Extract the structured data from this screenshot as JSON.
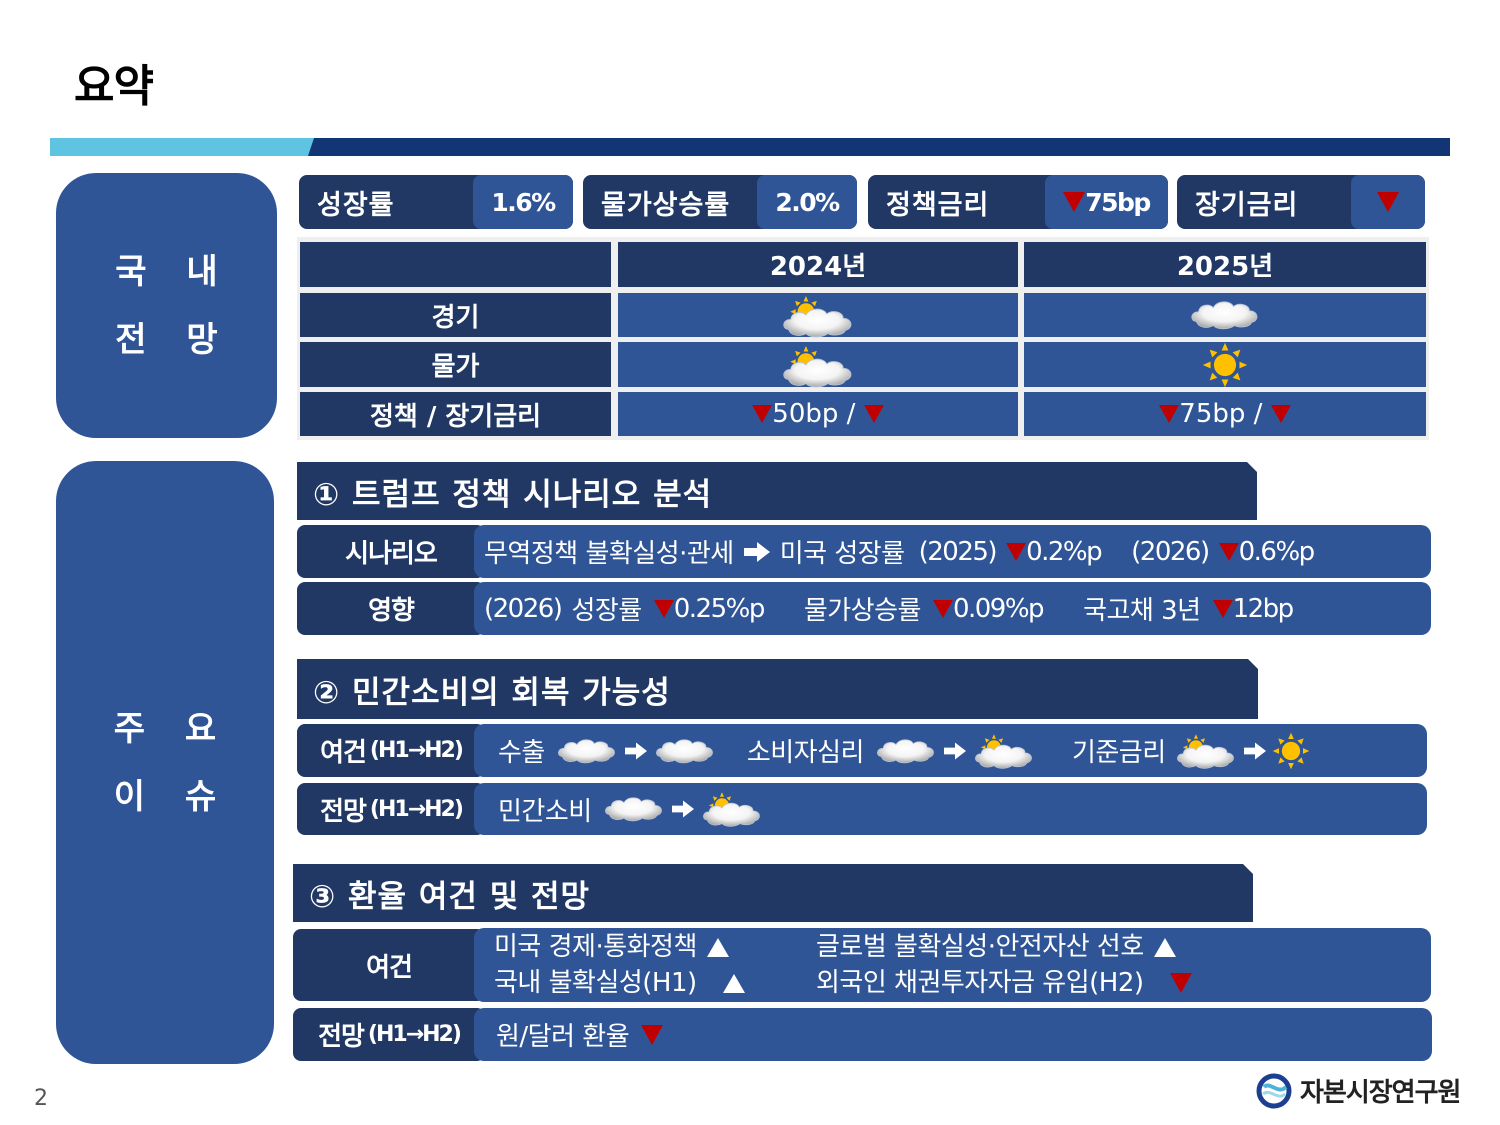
{
  "page": {
    "title": "요약",
    "page_number": "2",
    "logo_text": "자본시장연구원"
  },
  "colors": {
    "dark_navy": "#213865",
    "mid_blue": "#2f5596",
    "light_blue_accent": "#5fc3e2",
    "rule_navy": "#123575",
    "down_red": "#c00000",
    "sun_yellow": "#ffc000"
  },
  "domestic_outlook": {
    "side_label_line1": "국 내",
    "side_label_line2": "전 망",
    "kpis": [
      {
        "label": "성장률",
        "value": "1.6%",
        "trend": null
      },
      {
        "label": "물가상승률",
        "value": "2.0%",
        "trend": null
      },
      {
        "label": "정책금리",
        "value": "75bp",
        "trend": "down"
      },
      {
        "label": "장기금리",
        "value": "",
        "trend": "down"
      }
    ],
    "table": {
      "columns": [
        "",
        "2024년",
        "2025년"
      ],
      "rows": [
        {
          "label": "경기",
          "y2024": "sun-behind-cloud-icon",
          "y2025": "cloud-icon"
        },
        {
          "label": "물가",
          "y2024": "sun-behind-cloud-icon",
          "y2025": "sun-icon"
        },
        {
          "label": "정책 / 장기금리",
          "y2024_value": "50bp",
          "y2024_sep": " / ",
          "y2025_value": "75bp",
          "y2025_sep": " / ",
          "trend": "down"
        }
      ]
    }
  },
  "key_issues": {
    "side_label_line1": "주 요",
    "side_label_line2": "이 슈",
    "sections": [
      {
        "title": "① 트럼프 정책 시나리오 분석",
        "rows": [
          {
            "label": "시나리오",
            "cause": "무역정책 불확실성·관세",
            "effect": "미국 성장률",
            "items": [
              {
                "year": "(2025)",
                "value": "0.2%p",
                "trend": "down"
              },
              {
                "year": "(2026)",
                "value": "0.6%p",
                "trend": "down"
              }
            ]
          },
          {
            "label": "영향",
            "prefix": "(2026)",
            "items": [
              {
                "name": "성장률",
                "value": "0.25%p",
                "trend": "down"
              },
              {
                "name": "물가상승률",
                "value": "0.09%p",
                "trend": "down"
              },
              {
                "name": "국고채 3년",
                "value": "12bp",
                "trend": "down"
              }
            ]
          }
        ]
      },
      {
        "title": "② 민간소비의 회복 가능성",
        "rows": [
          {
            "label": "여건",
            "label_sub": "(H1→H2)",
            "items": [
              {
                "name": "수출",
                "from": "cloud-icon",
                "to": "cloud-icon"
              },
              {
                "name": "소비자심리",
                "from": "cloud-icon",
                "to": "sun-behind-cloud-icon"
              },
              {
                "name": "기준금리",
                "from": "sun-behind-cloud-icon",
                "to": "sun-icon"
              }
            ]
          },
          {
            "label": "전망",
            "label_sub": "(H1→H2)",
            "items": [
              {
                "name": "민간소비",
                "from": "cloud-icon",
                "to": "sun-behind-cloud-icon"
              }
            ]
          }
        ]
      },
      {
        "title": "③ 환율 여건 및 전망",
        "rows": [
          {
            "label": "여건",
            "items": [
              {
                "text": "미국 경제·통화정책",
                "trend": "up"
              },
              {
                "text": "글로벌 불확실성·안전자산 선호",
                "trend": "up"
              },
              {
                "text": "국내 불확실성(H1)",
                "trend": "up"
              },
              {
                "text": "외국인 채권투자자금 유입(H2)",
                "trend": "down"
              }
            ]
          },
          {
            "label": "전망",
            "label_sub": "(H1→H2)",
            "items": [
              {
                "text": "원/달러 환율",
                "trend": "down"
              }
            ]
          }
        ]
      }
    ]
  }
}
